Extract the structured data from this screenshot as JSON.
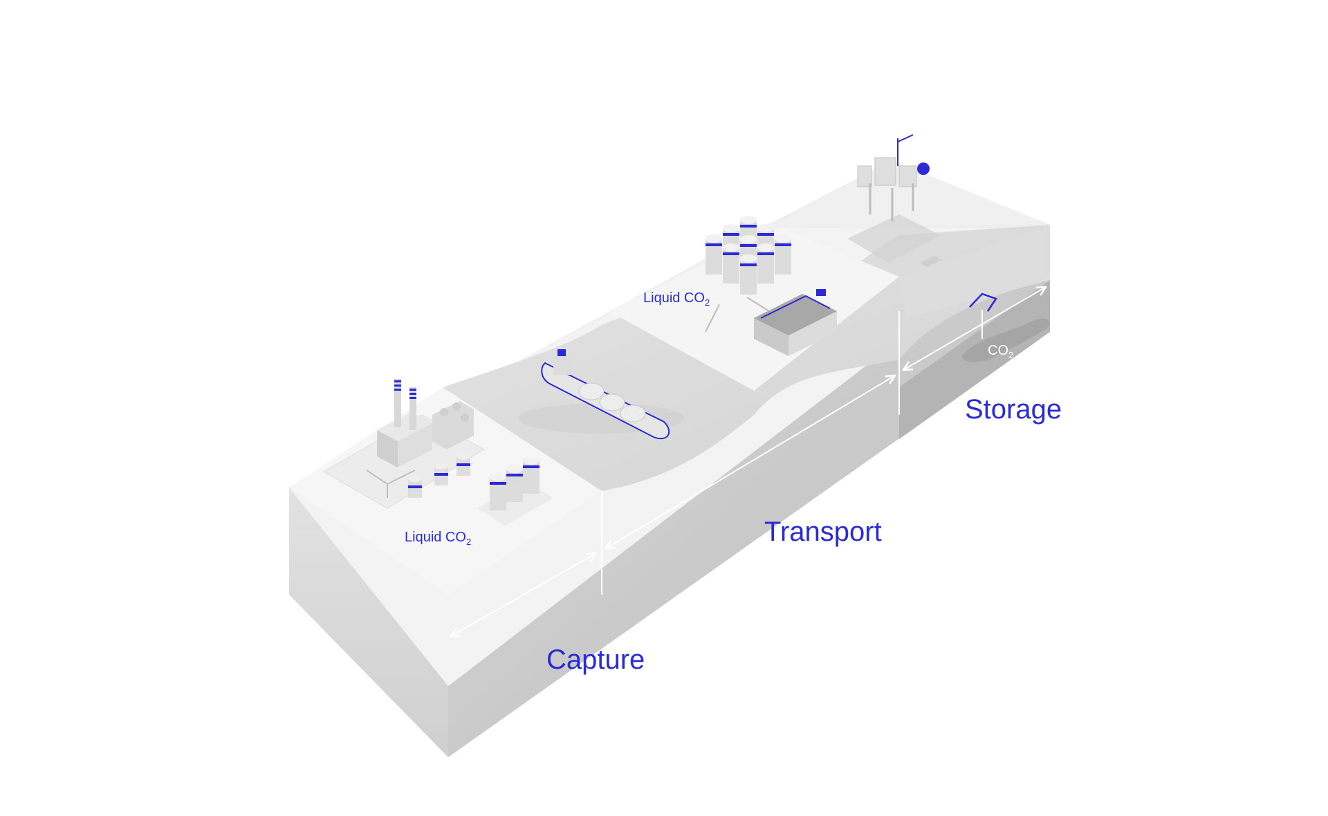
{
  "diagram": {
    "stages": {
      "capture": "Capture",
      "transport": "Transport",
      "storage": "Storage"
    },
    "labels": {
      "liquid_co2_capture": "Liquid CO",
      "liquid_co2_capture_sub": "2",
      "liquid_co2_terminal": "Liquid CO",
      "liquid_co2_terminal_sub": "2",
      "stored_co2": "CO",
      "stored_co2_sub": "2"
    },
    "colors": {
      "accent": "#2a2ad6",
      "block_top": "#f2f2f2",
      "block_front": "#dcdcdc",
      "block_side": "#c9c9c9",
      "sea": "#d9d9d9",
      "reservoir": "#a9a9a9"
    },
    "icons": [
      "factory-icon",
      "storage-tank-icon",
      "ship-icon",
      "terminal-building-icon",
      "offshore-platform-icon",
      "injection-well-icon"
    ]
  }
}
